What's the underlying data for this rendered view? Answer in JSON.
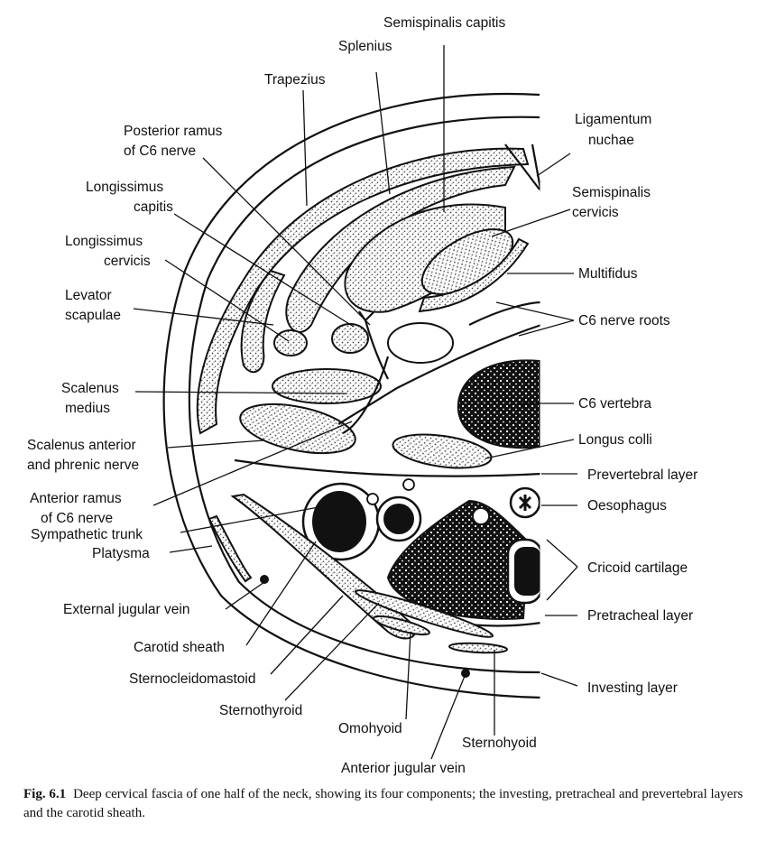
{
  "labels": {
    "semispinalis_capitis": "Semispinalis capitis",
    "splenius": "Splenius",
    "trapezius": "Trapezius",
    "ligamentum_1": "Ligamentum",
    "ligamentum_2": "nuchae",
    "posterior_ramus_1": "Posterior ramus",
    "posterior_ramus_2": "of C6 nerve",
    "semispinalis_cervicis_1": "Semispinalis",
    "semispinalis_cervicis_2": "cervicis",
    "longissimus_capitis_1": "Longissimus",
    "longissimus_capitis_2": "capitis",
    "longissimus_cervicis_1": "Longissimus",
    "longissimus_cervicis_2": "cervicis",
    "multifidus": "Multifidus",
    "levator_1": "Levator",
    "levator_2": "scapulae",
    "c6_nerve_roots": "C6 nerve roots",
    "scalenus_medius_1": "Scalenus",
    "scalenus_medius_2": "medius",
    "c6_vertebra": "C6 vertebra",
    "scalenus_anterior_1": "Scalenus anterior",
    "scalenus_anterior_2": "and phrenic nerve",
    "longus_colli": "Longus colli",
    "prevertebral_layer": "Prevertebral layer",
    "anterior_ramus_1": "Anterior ramus",
    "anterior_ramus_2": "of C6 nerve",
    "oesophagus": "Oesophagus",
    "sympathetic_trunk": "Sympathetic trunk",
    "platysma": "Platysma",
    "cricoid_cartilage": "Cricoid cartilage",
    "external_jugular_vein": "External jugular vein",
    "pretracheal_layer": "Pretracheal layer",
    "carotid_sheath": "Carotid sheath",
    "sternocleidomastoid": "Sternocleidomastoid",
    "investing_layer": "Investing layer",
    "sternothyroid": "Sternothyroid",
    "omohyoid": "Omohyoid",
    "sternohyoid": "Sternohyoid",
    "anterior_jugular_vein": "Anterior jugular vein"
  },
  "caption": {
    "label": "Fig. 6.1",
    "text": "Deep cervical fascia of one half of the neck, showing its four components; the investing, pretracheal and prevertebral layers and the carotid sheath."
  }
}
